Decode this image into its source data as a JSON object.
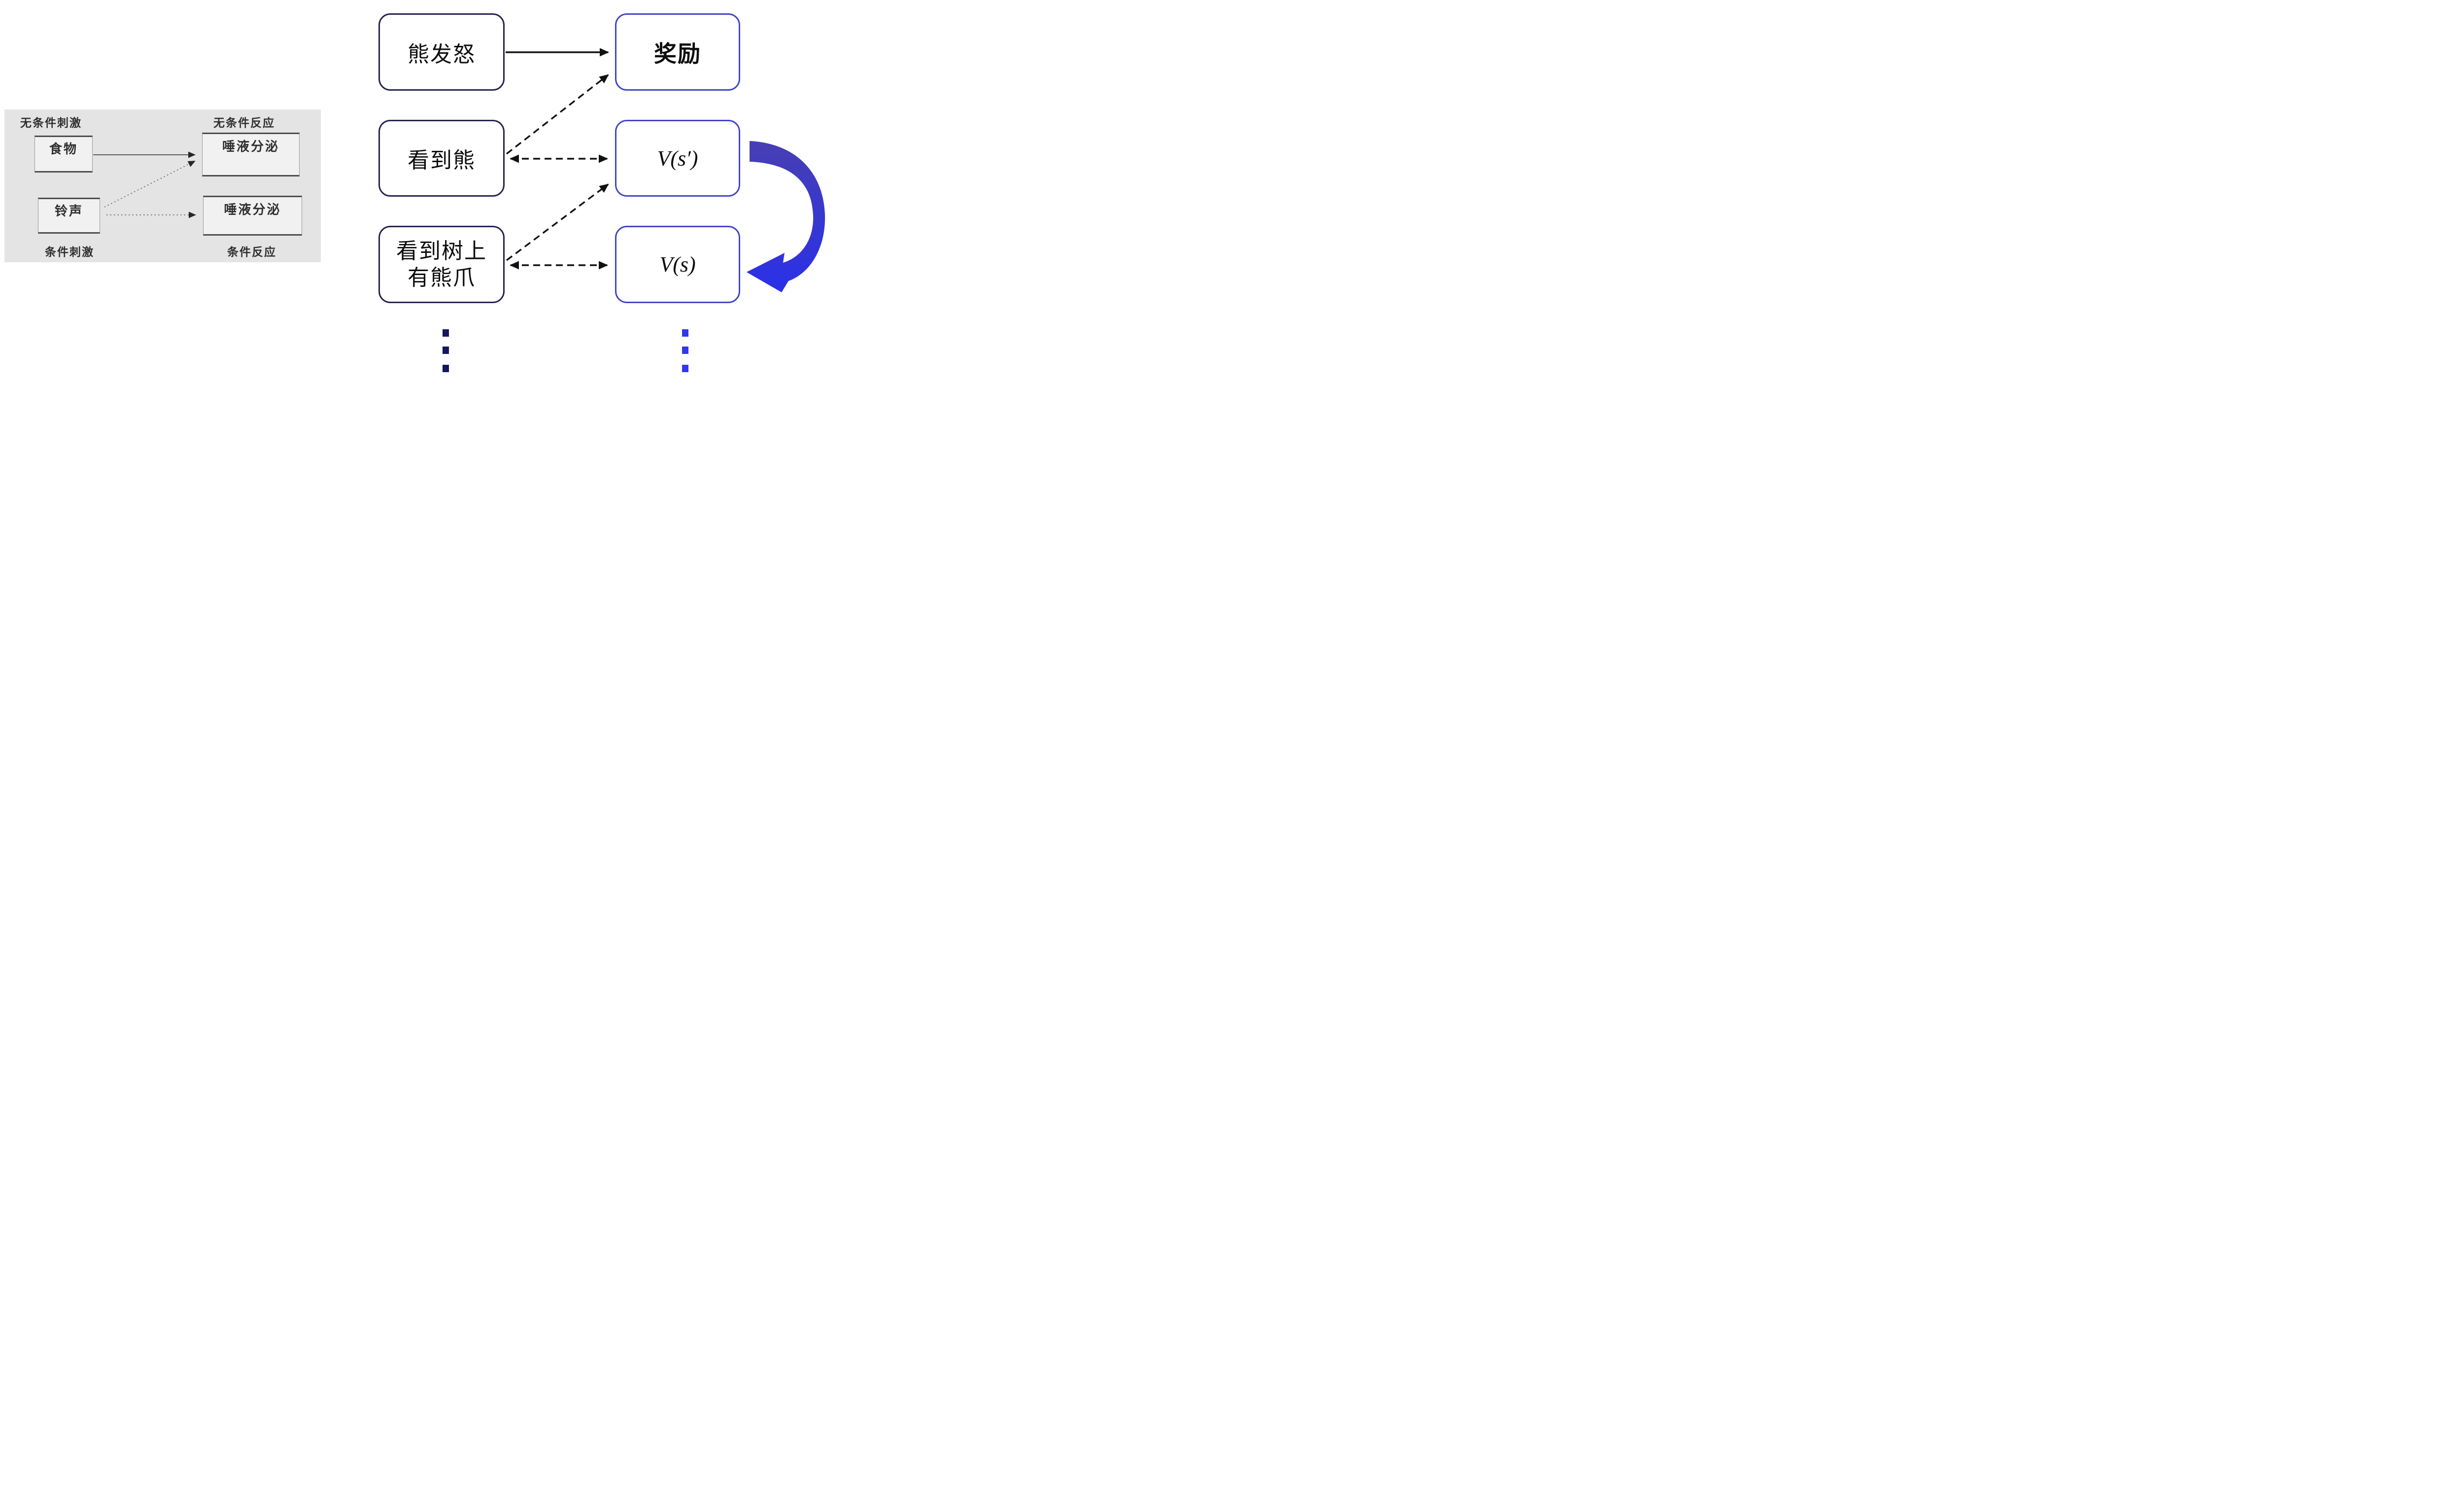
{
  "colors": {
    "panel_bg": "#e4e4e4",
    "panel_box_bg": "#f1f1f1",
    "panel_box_side": "#979797",
    "panel_box_edge": "#4c4c4c",
    "panel_text": "#2f2f2f",
    "panel_arrow": "#4a4a4a",
    "navy_border": "#24234f",
    "blue_border": "#4145c6",
    "box_text": "#0d0d0d",
    "black_arrow": "#111111",
    "ribbon_top": "#473fb3",
    "ribbon_bottom": "#2a30e8",
    "dots_left": "#15165f",
    "dots_right": "#3139e6"
  },
  "left_panel": {
    "label_unconditioned_stimulus": "无条件刺激",
    "label_unconditioned_response": "无条件反应",
    "label_conditioned_stimulus": "条件刺激",
    "label_conditioned_response": "条件反应",
    "box_food": "食物",
    "box_salivation_top": "唾液分泌",
    "box_bell": "铃声",
    "box_salivation_bottom": "唾液分泌"
  },
  "right_diagram": {
    "box_bear_angry": "熊发怒",
    "box_reward": "奖励",
    "box_see_bear": "看到熊",
    "box_value_next_state": "V(s′)",
    "box_see_claws_line1": "看到树上",
    "box_see_claws_line2": "有熊爪",
    "box_value_state": "V(s)"
  }
}
